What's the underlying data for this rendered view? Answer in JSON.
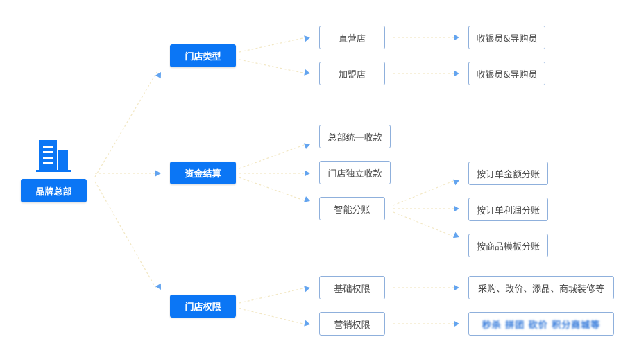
{
  "root": {
    "label": "品牌总部",
    "icon": "building-icon"
  },
  "branches": [
    {
      "label": "门店类型",
      "children": [
        {
          "label": "直营店",
          "children": [
            {
              "label": "收银员&导购员"
            }
          ]
        },
        {
          "label": "加盟店",
          "children": [
            {
              "label": "收银员&导购员"
            }
          ]
        }
      ]
    },
    {
      "label": "资金结算",
      "children": [
        {
          "label": "总部统一收款",
          "children": []
        },
        {
          "label": "门店独立收款",
          "children": []
        },
        {
          "label": "智能分账",
          "children": [
            {
              "label": "按订单金额分账"
            },
            {
              "label": "按订单利润分账"
            },
            {
              "label": "按商品模板分账"
            }
          ]
        }
      ]
    },
    {
      "label": "门店权限",
      "children": [
        {
          "label": "基础权限",
          "children": [
            {
              "label": "采购、改价、添品、商城装修等"
            }
          ]
        },
        {
          "label": "营销权限",
          "children": [
            {
              "label": "秒杀 拼团 砍价 积分商城等"
            }
          ]
        }
      ]
    }
  ],
  "colors": {
    "accent": "#0b76f5",
    "node_border": "#8fb0dc",
    "connector": "#f2e7c3",
    "arrow": "#63a4ef"
  }
}
